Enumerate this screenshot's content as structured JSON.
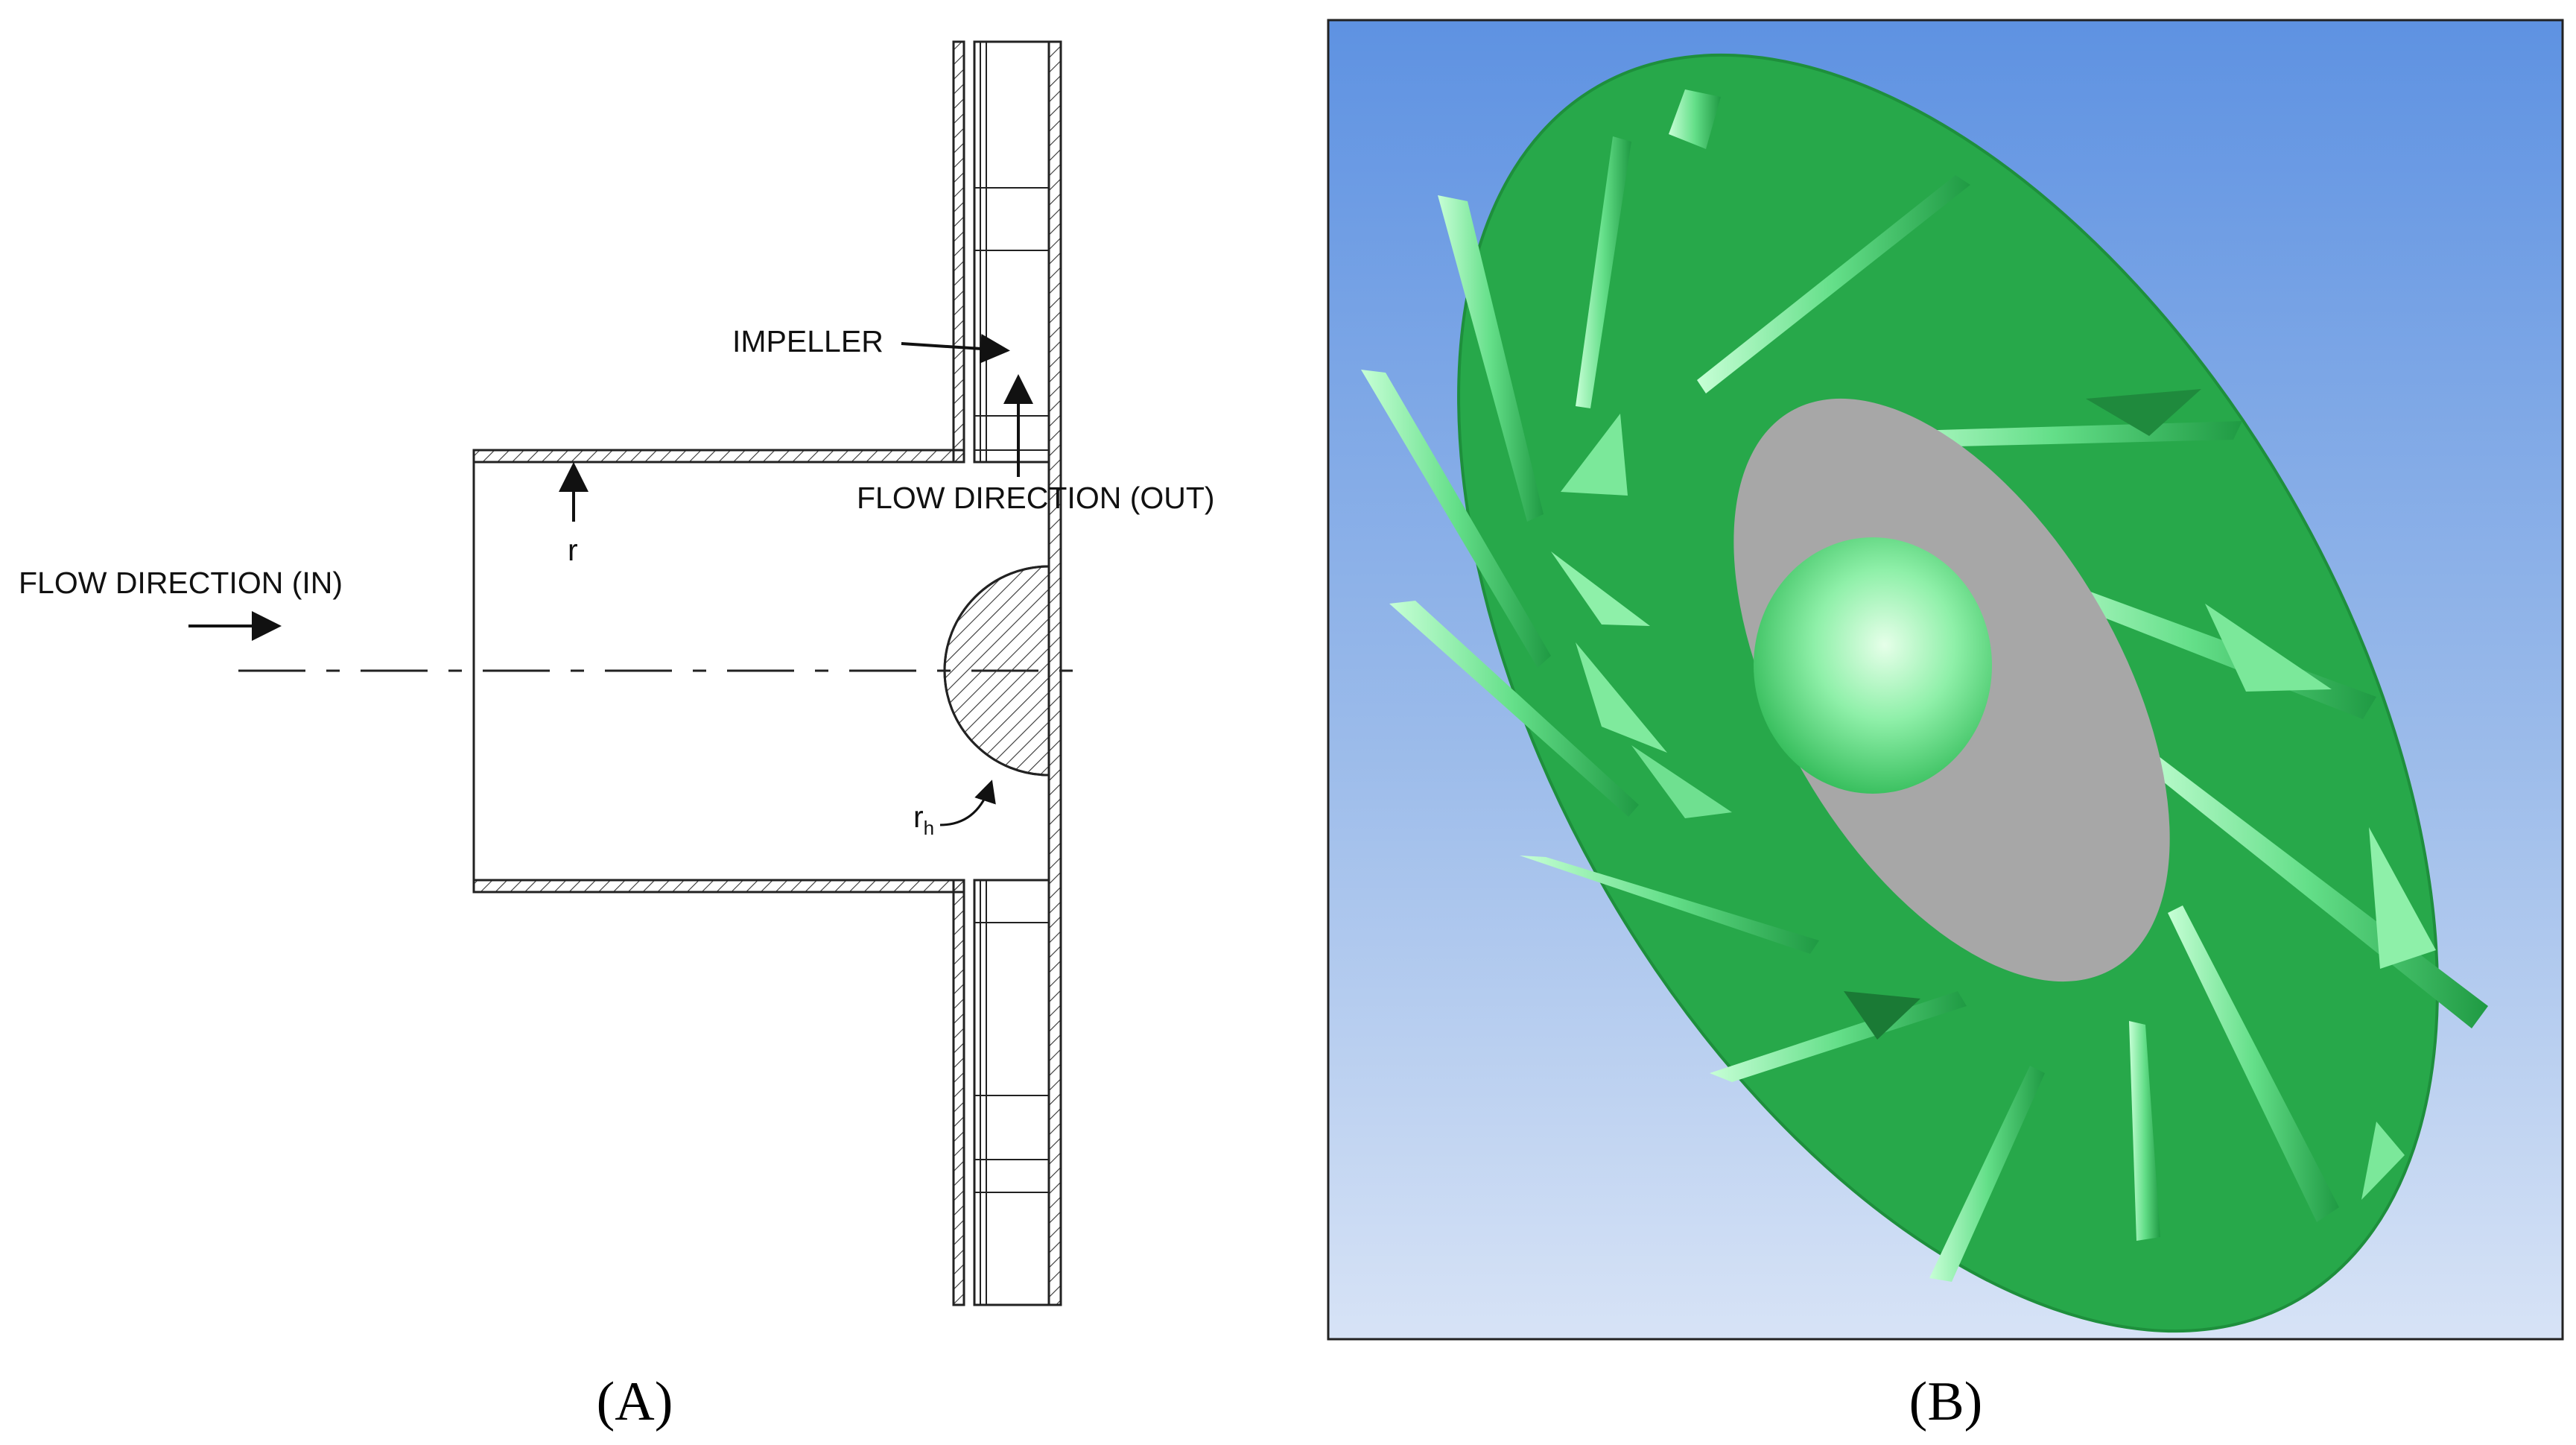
{
  "panel_a": {
    "caption": "(A)",
    "labels": {
      "impeller": "IMPELLER",
      "flow_out": "FLOW DIRECTION (OUT)",
      "flow_in": "FLOW DIRECTION (IN)",
      "radius": "r",
      "hub_radius_main": "r",
      "hub_radius_sub": "h"
    }
  },
  "panel_b": {
    "caption": "(B)",
    "colors": {
      "background_top": "#5e92e2",
      "background_bottom": "#d7e3f6",
      "impeller_green": "#27a84a",
      "blade_highlight": "#9ff2b8",
      "hub_grey": "#a7a7a7",
      "nose_cone_light": "#d9ffe4"
    }
  }
}
